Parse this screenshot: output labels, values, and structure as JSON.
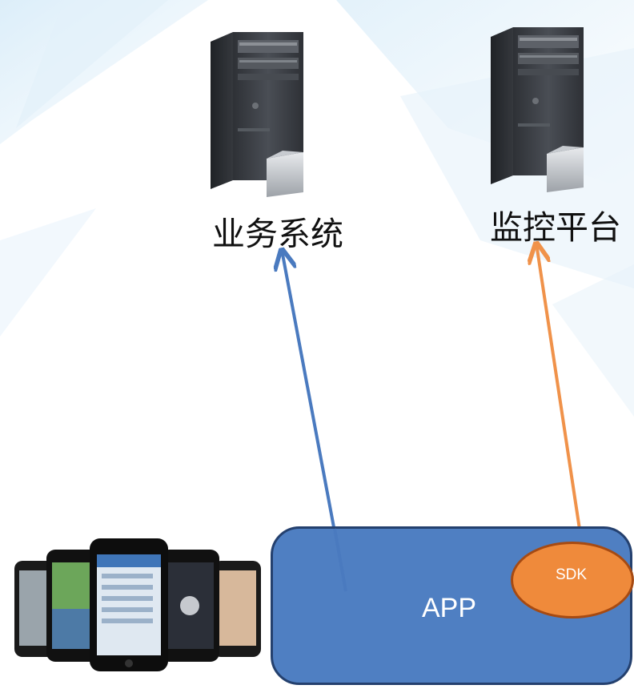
{
  "nodes": {
    "business_system": {
      "label": "业务系统",
      "icon": "server-tower-icon"
    },
    "monitor_platform": {
      "label": "监控平台",
      "icon": "server-tower-icon"
    },
    "app": {
      "label": "APP",
      "icon": "smartphones-icon"
    },
    "sdk": {
      "label": "SDK"
    }
  },
  "edges": [
    {
      "from": "app",
      "to": "business_system",
      "color": "#4a7abf"
    },
    {
      "from": "sdk",
      "to": "monitor_platform",
      "color": "#f0924a"
    }
  ],
  "colors": {
    "app_fill": "#4f7fc2",
    "app_border": "#24406e",
    "sdk_fill": "#ef8a3b",
    "sdk_border": "#a64a12",
    "server_body": "#3c3f44",
    "background_tint": "#d6ebf8"
  }
}
